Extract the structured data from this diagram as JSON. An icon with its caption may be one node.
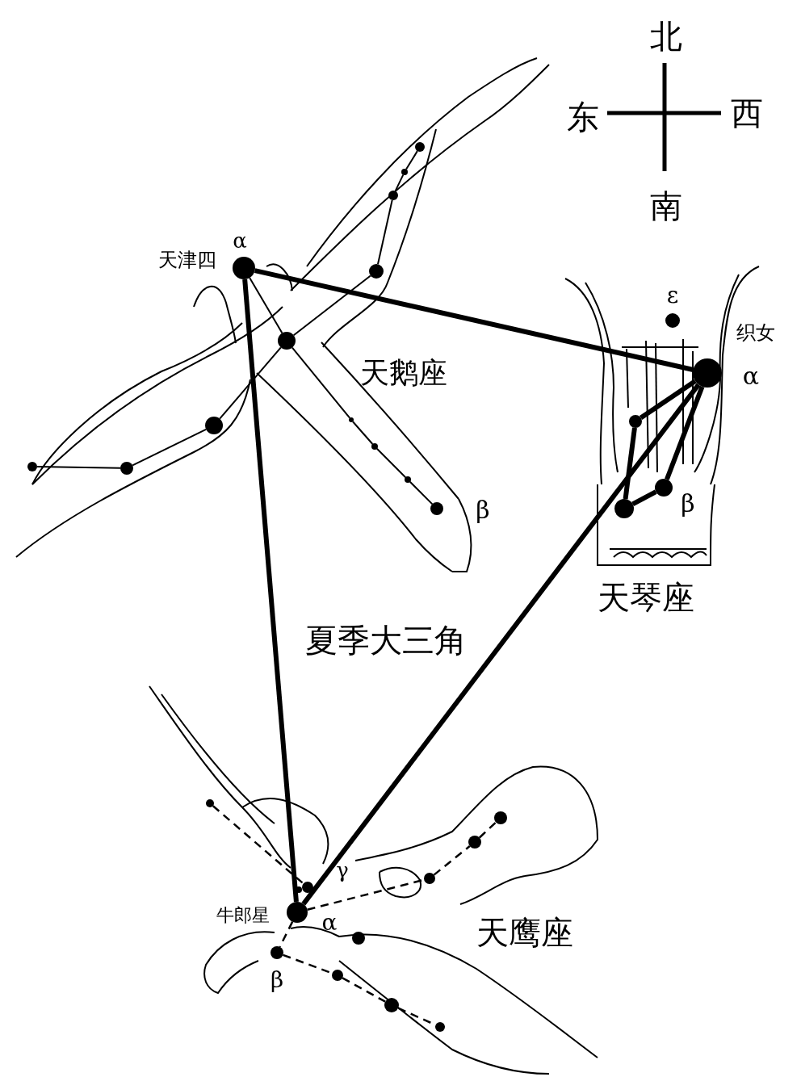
{
  "diagram": {
    "nodes": [
      {
        "text": [],
        "shape": "circle",
        "beside": [
          "天津四",
          "α"
        ]
      },
      {
        "text": [],
        "shape": "circle"
      },
      {
        "text": [],
        "shape": "circle"
      },
      {
        "text": [],
        "shape": "circle"
      },
      {
        "text": [],
        "shape": "circle"
      },
      {
        "text": [],
        "shape": "circle"
      },
      {
        "text": [],
        "shape": "circle"
      },
      {
        "text": [],
        "shape": "circle"
      },
      {
        "text": [],
        "shape": "circle"
      },
      {
        "text": [],
        "shape": "circle"
      },
      {
        "text": [],
        "shape": "circle"
      },
      {
        "text": [],
        "shape": "circle",
        "beside": [
          "β"
        ]
      },
      {
        "text": [],
        "shape": "circle"
      },
      {
        "text": [],
        "shape": "circle",
        "beside": [
          "织女",
          "α"
        ]
      },
      {
        "text": [],
        "shape": "circle",
        "beside": [
          "ε"
        ]
      },
      {
        "text": [],
        "shape": "circle"
      },
      {
        "text": [],
        "shape": "circle",
        "beside": [
          "β"
        ]
      },
      {
        "text": [],
        "shape": "circle"
      },
      {
        "text": [],
        "shape": "circle",
        "beside": [
          "牛郎星",
          "α"
        ]
      },
      {
        "text": [],
        "shape": "circle",
        "beside": [
          "γ"
        ]
      },
      {
        "text": [],
        "shape": "circle",
        "beside": [
          "β"
        ]
      },
      {
        "text": [],
        "shape": "circle"
      },
      {
        "text": [],
        "shape": "circle"
      },
      {
        "text": [],
        "shape": "circle"
      },
      {
        "text": [],
        "shape": "circle"
      },
      {
        "text": [],
        "shape": "circle"
      },
      {
        "text": [],
        "shape": "circle"
      },
      {
        "text": [],
        "shape": "circle"
      },
      {
        "text": [],
        "shape": "circle"
      },
      {
        "text": [],
        "shape": "circle"
      }
    ],
    "edges": [
      {
        "from": 4,
        "to": 12,
        "arrow": "none"
      },
      {
        "from": 12,
        "to": 3,
        "arrow": "none"
      },
      {
        "from": 3,
        "to": 2,
        "arrow": "none"
      },
      {
        "from": 2,
        "to": 1,
        "arrow": "none"
      },
      {
        "from": 1,
        "to": 5,
        "arrow": "none"
      },
      {
        "from": 5,
        "to": 6,
        "arrow": "none"
      },
      {
        "from": 6,
        "to": 7,
        "arrow": "none"
      },
      {
        "from": 0,
        "to": 1,
        "arrow": "none"
      },
      {
        "from": 1,
        "to": 8,
        "arrow": "none"
      },
      {
        "from": 8,
        "to": 9,
        "arrow": "none"
      },
      {
        "from": 9,
        "to": 10,
        "arrow": "none"
      },
      {
        "from": 10,
        "to": 11,
        "arrow": "none"
      },
      {
        "from": 13,
        "to": 15,
        "arrow": "none",
        "style": "thick"
      },
      {
        "from": 15,
        "to": 17,
        "arrow": "none",
        "style": "thick"
      },
      {
        "from": 17,
        "to": 16,
        "arrow": "none",
        "style": "thick"
      },
      {
        "from": 16,
        "to": 13,
        "arrow": "none",
        "style": "thick"
      },
      {
        "from": 0,
        "to": 13,
        "arrow": "none",
        "style": "thick"
      },
      {
        "from": 0,
        "to": 18,
        "arrow": "none",
        "style": "thick"
      },
      {
        "from": 13,
        "to": 18,
        "arrow": "none",
        "style": "thick"
      },
      {
        "from": 22,
        "to": 19,
        "arrow": "none",
        "style": "dashed"
      },
      {
        "from": 18,
        "to": 23,
        "arrow": "none",
        "style": "dashed"
      },
      {
        "from": 23,
        "to": 24,
        "arrow": "none",
        "style": "dashed"
      },
      {
        "from": 24,
        "to": 25,
        "arrow": "none",
        "style": "dashed"
      },
      {
        "from": 18,
        "to": 20,
        "arrow": "none",
        "style": "dashed"
      },
      {
        "from": 20,
        "to": 27,
        "arrow": "none",
        "style": "dashed"
      },
      {
        "from": 27,
        "to": 28,
        "arrow": "none",
        "style": "dashed"
      },
      {
        "from": 28,
        "to": 29,
        "arrow": "none",
        "style": "dashed"
      }
    ],
    "labels": [
      "北",
      "东",
      "西",
      "南",
      "天鹅座",
      "天琴座",
      "夏季大三角",
      "天鹰座"
    ]
  }
}
